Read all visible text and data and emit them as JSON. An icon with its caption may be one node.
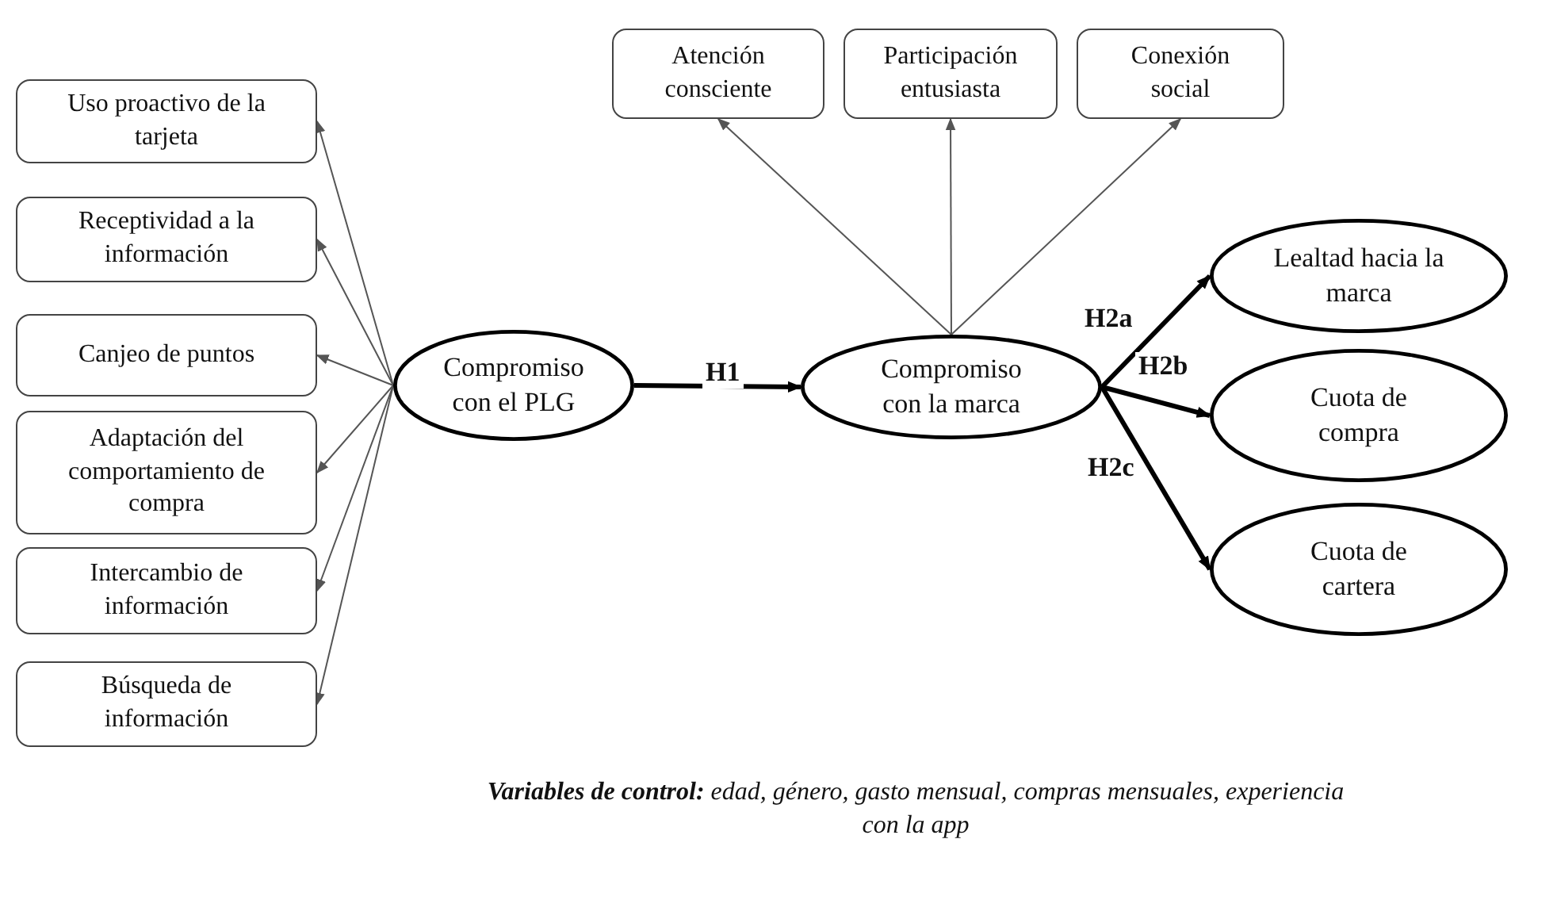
{
  "diagram": {
    "caption": "**Variables de control:** edad, género, gasto mensual, compras mensuales, experiencia con la app",
    "nodes": [
      {
        "text": [
          "Uso proactivo de la tarjeta"
        ]
      },
      {
        "text": [
          "Receptividad a la información"
        ]
      },
      {
        "text": [
          "Canjeo de puntos"
        ]
      },
      {
        "text": [
          "Adaptación del comportamiento de compra"
        ]
      },
      {
        "text": [
          "Intercambio de información"
        ]
      },
      {
        "text": [
          "Búsqueda de información"
        ]
      },
      {
        "text": [
          "Compromiso con el PLG"
        ]
      },
      {
        "text": [
          "Compromiso con la marca"
        ]
      },
      {
        "text": [
          "Atención consciente"
        ]
      },
      {
        "text": [
          "Participación entusiasta"
        ]
      },
      {
        "text": [
          "Conexión social"
        ]
      },
      {
        "text": [
          "Lealtad hacia la marca"
        ]
      },
      {
        "text": [
          "Cuota de compra"
        ]
      },
      {
        "text": [
          "Cuota de cartera"
        ]
      }
    ],
    "edges": [
      {
        "from": 6,
        "to": 0,
        "arrow": "to"
      },
      {
        "from": 6,
        "to": 1,
        "arrow": "to"
      },
      {
        "from": 6,
        "to": 2,
        "arrow": "to"
      },
      {
        "from": 6,
        "to": 3,
        "arrow": "to"
      },
      {
        "from": 6,
        "to": 4,
        "arrow": "to"
      },
      {
        "from": 6,
        "to": 5,
        "arrow": "to"
      },
      {
        "from": 6,
        "to": 7,
        "arrow": "to",
        "label": "H1",
        "style": "thick",
        "color": "#000000"
      },
      {
        "from": 7,
        "to": 8,
        "arrow": "to"
      },
      {
        "from": 7,
        "to": 9,
        "arrow": "to"
      },
      {
        "from": 7,
        "to": 10,
        "arrow": "to"
      },
      {
        "from": 7,
        "to": 11,
        "arrow": "to",
        "label": "H2a",
        "style": "thick",
        "color": "#000000"
      },
      {
        "from": 7,
        "to": 12,
        "arrow": "to",
        "label": "H2b",
        "style": "thick",
        "color": "#000000"
      },
      {
        "from": 7,
        "to": 13,
        "arrow": "to",
        "label": "H2c",
        "style": "thick",
        "color": "#000000"
      }
    ]
  }
}
